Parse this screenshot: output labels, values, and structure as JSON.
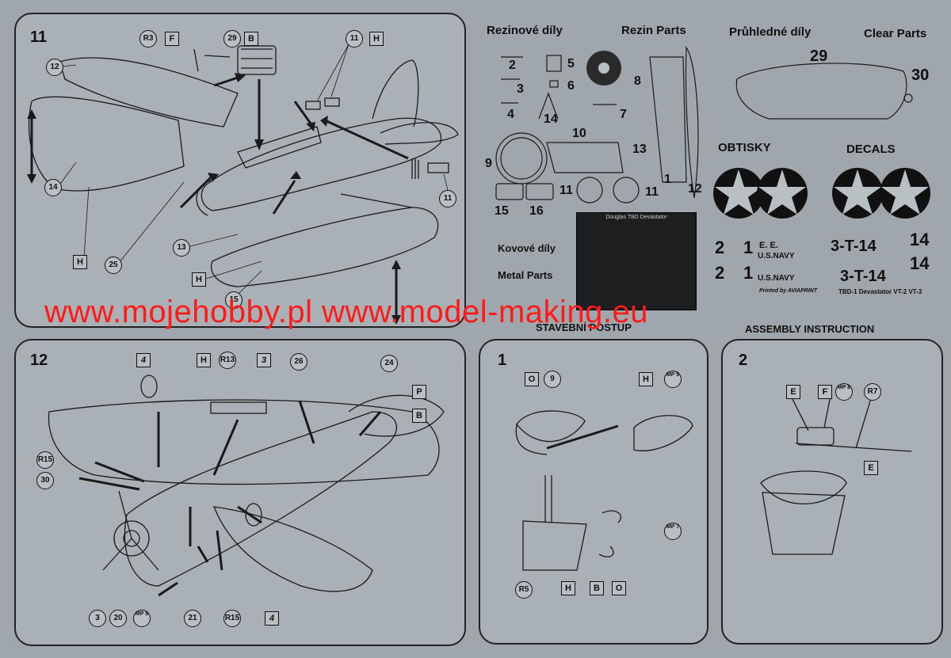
{
  "watermark": "www.mojehobby.pl www.model-making.eu",
  "headers": {
    "resin_cz": "Rezinové díly",
    "resin_en": "Rezin Parts",
    "clear_cz": "Průhledné díly",
    "clear_en": "Clear Parts",
    "decals_cz": "OBTISKY",
    "decals_en": "DECALS",
    "metal_cz": "Kovové díly",
    "metal_en": "Metal Parts",
    "assembly_cz": "STAVEBNÍ POSTUP",
    "assembly_en": "ASSEMBLY INSTRUCTION"
  },
  "parts": {
    "p2": "2",
    "p3": "3",
    "p4": "4",
    "p5": "5",
    "p6": "6",
    "p7": "7",
    "p8": "8",
    "p9": "9",
    "p10": "10",
    "p11a": "11",
    "p11b": "11",
    "p12": "12",
    "p13": "13",
    "p14": "14",
    "p15": "15",
    "p16": "16",
    "p1": "1",
    "p29": "29",
    "p30": "30"
  },
  "decals": {
    "d2a": "2",
    "d2b": "2",
    "d1a": "1",
    "d1b": "1",
    "e_text": "E.  E.",
    "usnavy1": "U.S.NAVY",
    "usnavy2": "U.S.NAVY",
    "t314a": "3-T-14",
    "t314b": "3-T-14",
    "n14a": "14",
    "n14b": "14",
    "printed": "Printed by AVIAPRINT",
    "caption": "TBD-1 Devastator VT-2  VT-3"
  },
  "pe_title": "Douglas TBD Devastator",
  "steps": {
    "s11": {
      "number": "11",
      "labels": {
        "r3": "R3",
        "f": "F",
        "c29": "29",
        "b": "B",
        "c11a": "11",
        "h1": "H",
        "c12": "12",
        "c14": "14",
        "h2": "H",
        "c25": "25",
        "c13": "13",
        "h3": "H",
        "c15": "15",
        "c11b": "11"
      }
    },
    "s12": {
      "number": "12",
      "labels": {
        "sq4a": "4",
        "h": "H",
        "r13": "R13",
        "sq3": "3",
        "c26": "26",
        "c24": "24",
        "p": "P",
        "b": "B",
        "r15a": "R15",
        "c30": "30",
        "c3": "3",
        "c20": "20",
        "mp9": "MP 9",
        "c21": "21",
        "r15b": "R15",
        "sq4b": "4"
      }
    },
    "s1": {
      "number": "1",
      "labels": {
        "o": "O",
        "c9": "9",
        "h": "H",
        "mp9": "MP 9",
        "mp7": "MP 7",
        "r5": "R5",
        "h2": "H",
        "b": "B",
        "o2": "O"
      }
    },
    "s2": {
      "number": "2",
      "labels": {
        "e": "E",
        "f": "F",
        "mp8": "MP 8",
        "r7": "R7",
        "e2": "E"
      }
    }
  }
}
